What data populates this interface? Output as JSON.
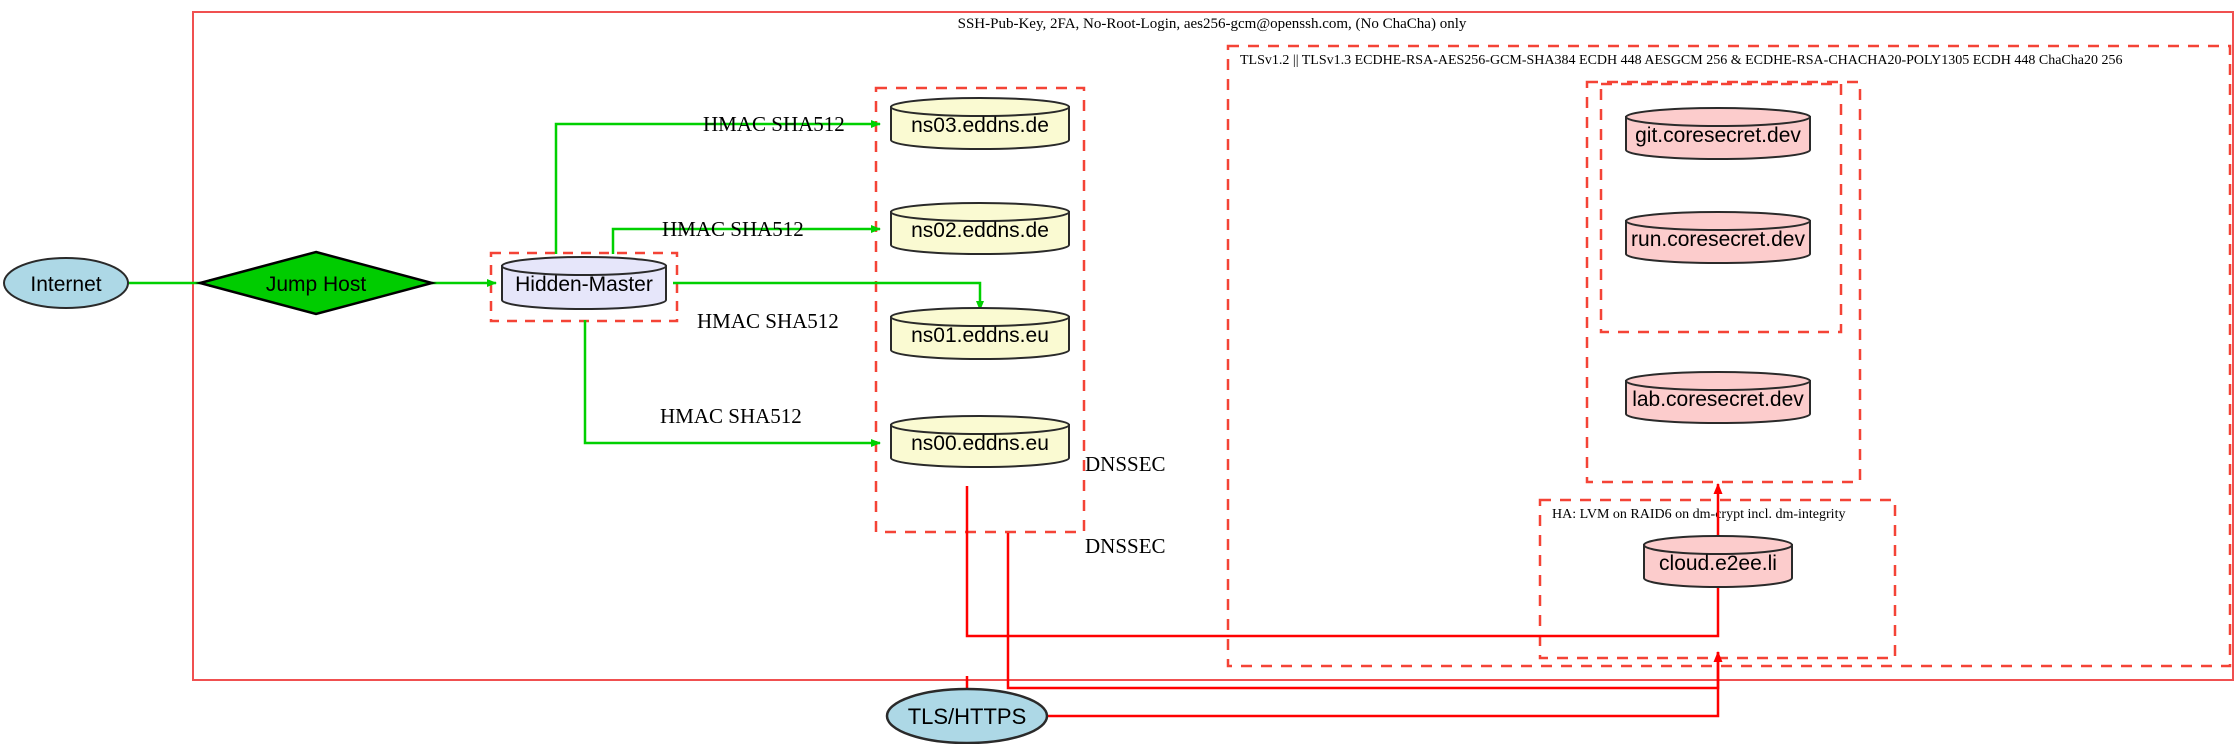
{
  "diagram": {
    "title_band": {
      "label": "SSH-Pub-Key, 2FA, No-Root-Login, aes256-gcm@openssh.com, (No ChaCha) only"
    },
    "zones": {
      "tls_zone_label": "TLSv1.2 || TLSv1.3 ECDHE-RSA-AES256-GCM-SHA384 ECDH 448 AESGCM 256 & ECDHE-RSA-CHACHA20-POLY1305 ECDH 448 ChaCha20 256",
      "ha_zone_label": "HA: LVM on RAID6 on dm-crypt incl. dm-integrity"
    },
    "nodes": {
      "internet": {
        "label": "Internet",
        "shape": "ellipse",
        "fill": "#add8e6"
      },
      "jump_host": {
        "label": "Jump Host",
        "shape": "diamond",
        "fill": "#00cc00"
      },
      "hidden_master": {
        "label": "Hidden-Master",
        "shape": "cylinder",
        "fill": "#e6e6fa"
      },
      "ns03": {
        "label": "ns03.eddns.de",
        "shape": "cylinder",
        "fill": "#fafad2"
      },
      "ns02": {
        "label": "ns02.eddns.de",
        "shape": "cylinder",
        "fill": "#fafad2"
      },
      "ns01": {
        "label": "ns01.eddns.eu",
        "shape": "cylinder",
        "fill": "#fafad2"
      },
      "ns00": {
        "label": "ns00.eddns.eu",
        "shape": "cylinder",
        "fill": "#fafad2"
      },
      "git": {
        "label": "git.coresecret.dev",
        "shape": "cylinder",
        "fill": "#fccccc"
      },
      "run": {
        "label": "run.coresecret.dev",
        "shape": "cylinder",
        "fill": "#fccccc"
      },
      "lab": {
        "label": "lab.coresecret.dev",
        "shape": "cylinder",
        "fill": "#fccccc"
      },
      "cloud": {
        "label": "cloud.e2ee.li",
        "shape": "cylinder",
        "fill": "#fccccc"
      },
      "tls_https": {
        "label": "TLS/HTTPS",
        "shape": "ellipse",
        "fill": "#add8e6"
      }
    },
    "edge_labels": {
      "hmac_ns03": "HMAC SHA512",
      "hmac_ns02": "HMAC SHA512",
      "hmac_ns01": "HMAC SHA512",
      "hmac_ns00": "HMAC SHA512",
      "dnssec_upper": "DNSSEC",
      "dnssec_lower": "DNSSEC"
    },
    "colors": {
      "edge_green": "#00d000",
      "edge_red": "#ff0000",
      "boundary_red": "#f05050",
      "dashed_red": "#f44336",
      "node_stroke": "#2a2a2a"
    }
  }
}
